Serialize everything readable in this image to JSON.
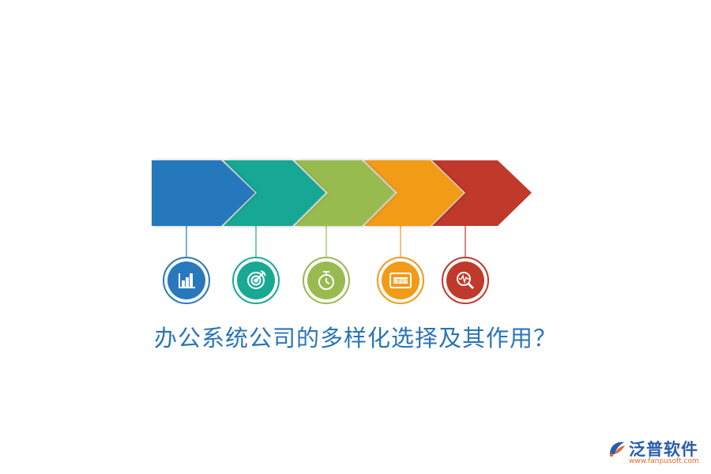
{
  "title": "办公系统公司的多样化选择及其作用？",
  "steps": [
    {
      "color": "#2878bd",
      "icon": "bar-chart-icon"
    },
    {
      "color": "#19a894",
      "icon": "target-icon"
    },
    {
      "color": "#98bb50",
      "icon": "stopwatch-icon"
    },
    {
      "color": "#f29b18",
      "icon": "software-screen-icon"
    },
    {
      "color": "#c0392b",
      "icon": "magnifier-pulse-icon"
    }
  ],
  "icon_badge_text": "泛普软件",
  "logo": {
    "name": "泛普软件",
    "url": "www.fanpusoft.com"
  }
}
